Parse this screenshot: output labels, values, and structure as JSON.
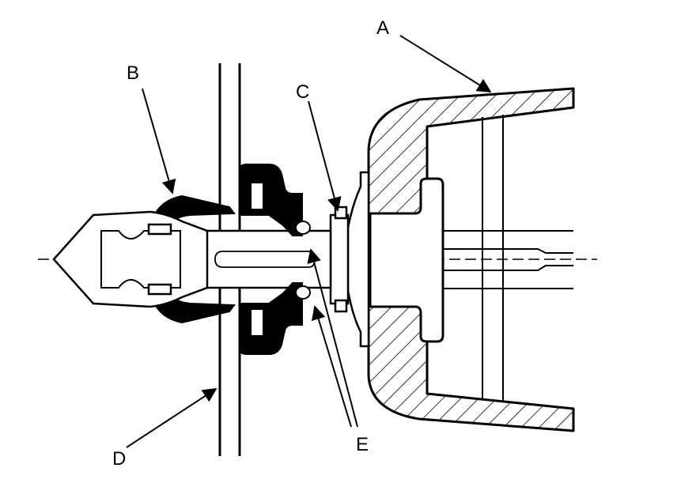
{
  "callouts": {
    "a": "A",
    "b": "B",
    "c": "C",
    "d": "D",
    "e": "E"
  },
  "colors": {
    "ink": "#000000",
    "background": "#ffffff"
  }
}
